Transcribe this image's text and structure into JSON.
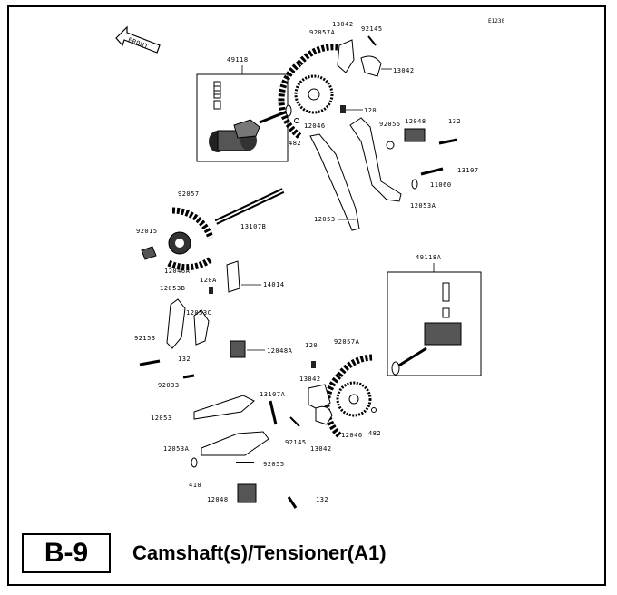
{
  "ref_code": "E1230",
  "front_label": "FRONT",
  "section_code": "B-9",
  "section_title": "Camshaft(s)/Tensioner(A1)",
  "callouts": {
    "c49118": "49118",
    "c49118A": "49118A",
    "c92057A_top": "92057A",
    "c13042_top": "13042",
    "c92145_top": "92145",
    "c13042_right": "13042",
    "c120_top": "120",
    "c12046_top": "12046",
    "c482_top": "482",
    "c92055_top": "92055",
    "c12048_top": "12048",
    "c132_top": "132",
    "c13107": "13107",
    "c11060": "11060",
    "c12053A_top": "12053A",
    "c12053_top": "12053",
    "c92057": "92057",
    "c13107B": "13107B",
    "c92015": "92015",
    "c12046A": "12046A",
    "c120A": "120A",
    "c14014": "14014",
    "c12053B": "12053B",
    "c12053C": "12053C",
    "c92153": "92153",
    "c132_mid": "132",
    "c12048A": "12048A",
    "c92033": "92033",
    "c120_mid": "120",
    "c92057A_mid": "92057A",
    "c13042_mid": "13042",
    "c13107A": "13107A",
    "c12053_bot": "12053",
    "c92145_bot": "92145",
    "c13042_bot": "13042",
    "c12046_bot": "12046",
    "c482_bot": "482",
    "c12053A_bot": "12053A",
    "c92055_bot": "92055",
    "c410": "410",
    "c12048_bot": "12048",
    "c132_bot": "132"
  }
}
